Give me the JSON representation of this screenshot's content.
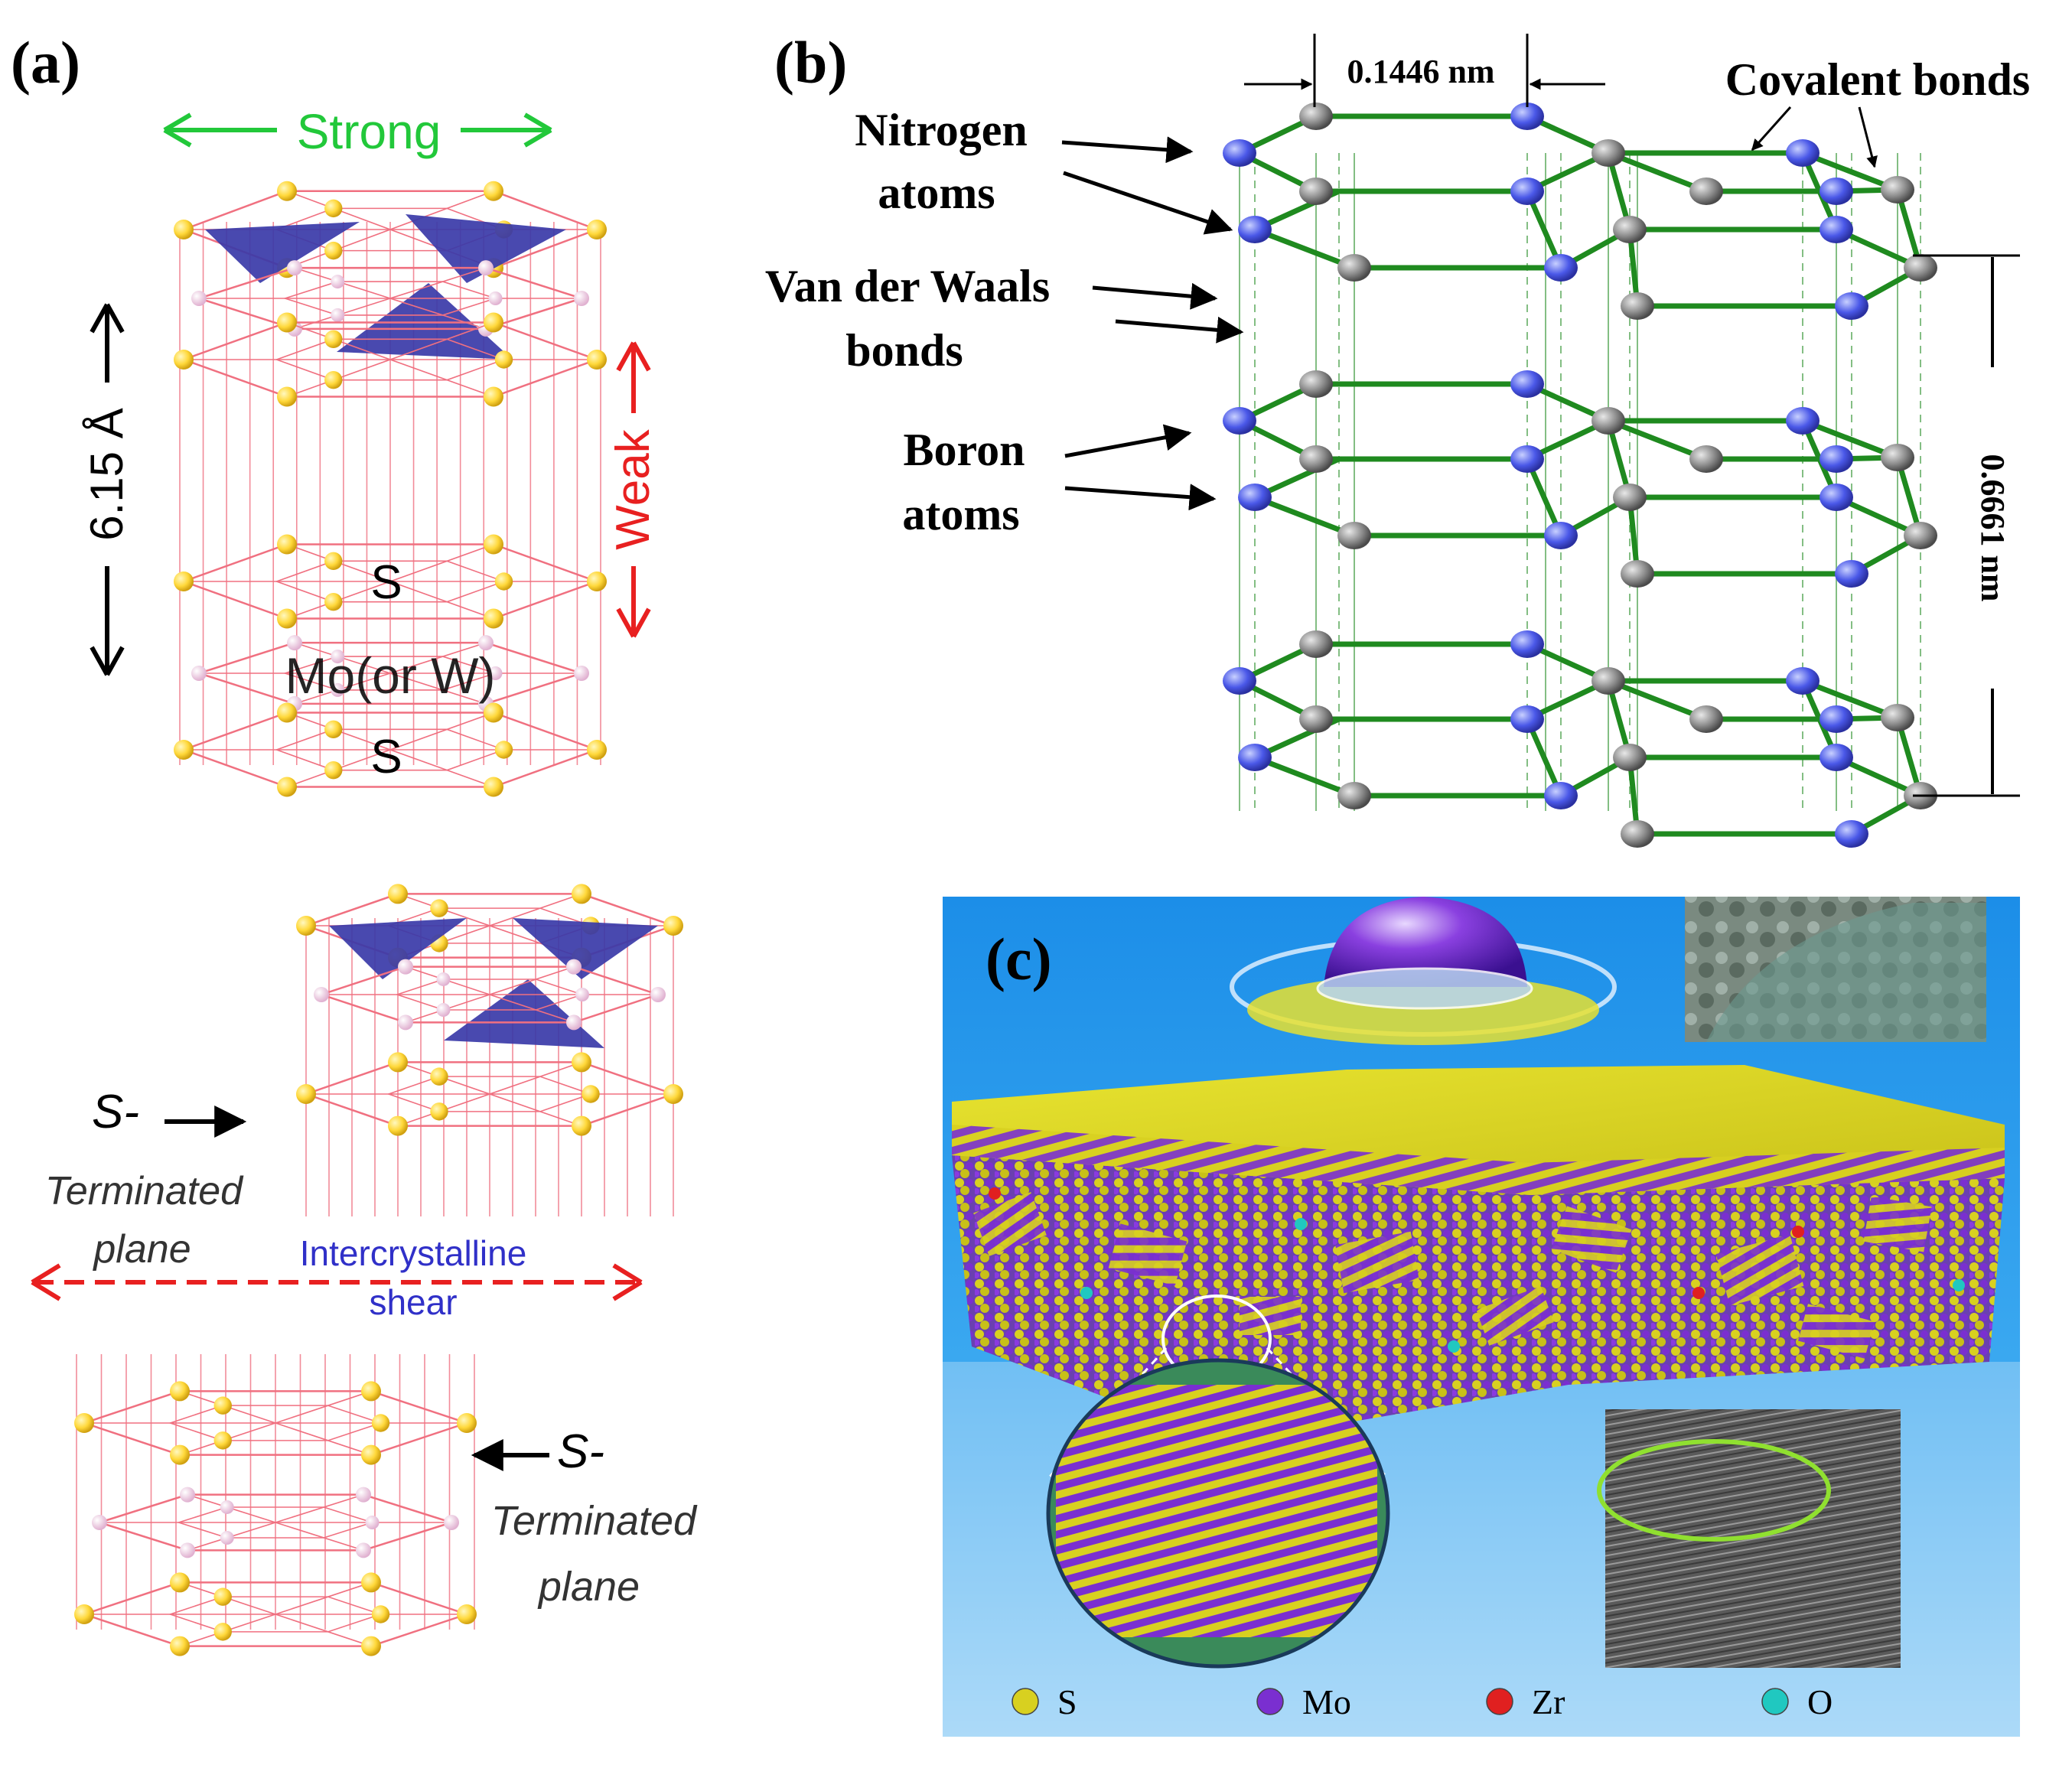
{
  "panel_a": {
    "label": "(a)",
    "strong": "Strong",
    "weak": "Weak",
    "spacing": "6.15 Å",
    "s_top": "S",
    "metal": "Mo(or W)",
    "s_bottom": "S",
    "s_term_left": "S-",
    "term_left_1": "Terminated",
    "term_left_2": "plane",
    "shear_1": "Intercrystalline",
    "shear_2": "shear",
    "s_term_right": "S-",
    "term_right_1": "Terminated",
    "term_right_2": "plane"
  },
  "panel_b": {
    "label": "(b)",
    "bond_length": "0.1446 nm",
    "covalent": "Covalent  bonds",
    "nitrogen_1": "Nitrogen",
    "nitrogen_2": "atoms",
    "vdw_1": "Van der Waals",
    "vdw_2": "bonds",
    "boron_1": "Boron",
    "boron_2": "atoms",
    "layer_spacing": "0.6661 nm"
  },
  "panel_c": {
    "label": "(c)",
    "legend": [
      {
        "symbol": "S",
        "color": "#d8d020"
      },
      {
        "symbol": "Mo",
        "color": "#7a2fd0"
      },
      {
        "symbol": "Zr",
        "color": "#e02020"
      },
      {
        "symbol": "O",
        "color": "#20c8c0"
      }
    ]
  },
  "colors": {
    "strong": "#22c83a",
    "weak": "#e82020",
    "shear": "#e82020",
    "shear_text": "#3030c8",
    "lattice": "#f07080",
    "s_atom": "#ffd83a",
    "mo_atom": "#f0c8e0",
    "prism": "#3a3aa8",
    "hbn_bond": "#1f8a1f",
    "n_atom": "#4a58e8",
    "b_atom": "#8c8c8c"
  }
}
